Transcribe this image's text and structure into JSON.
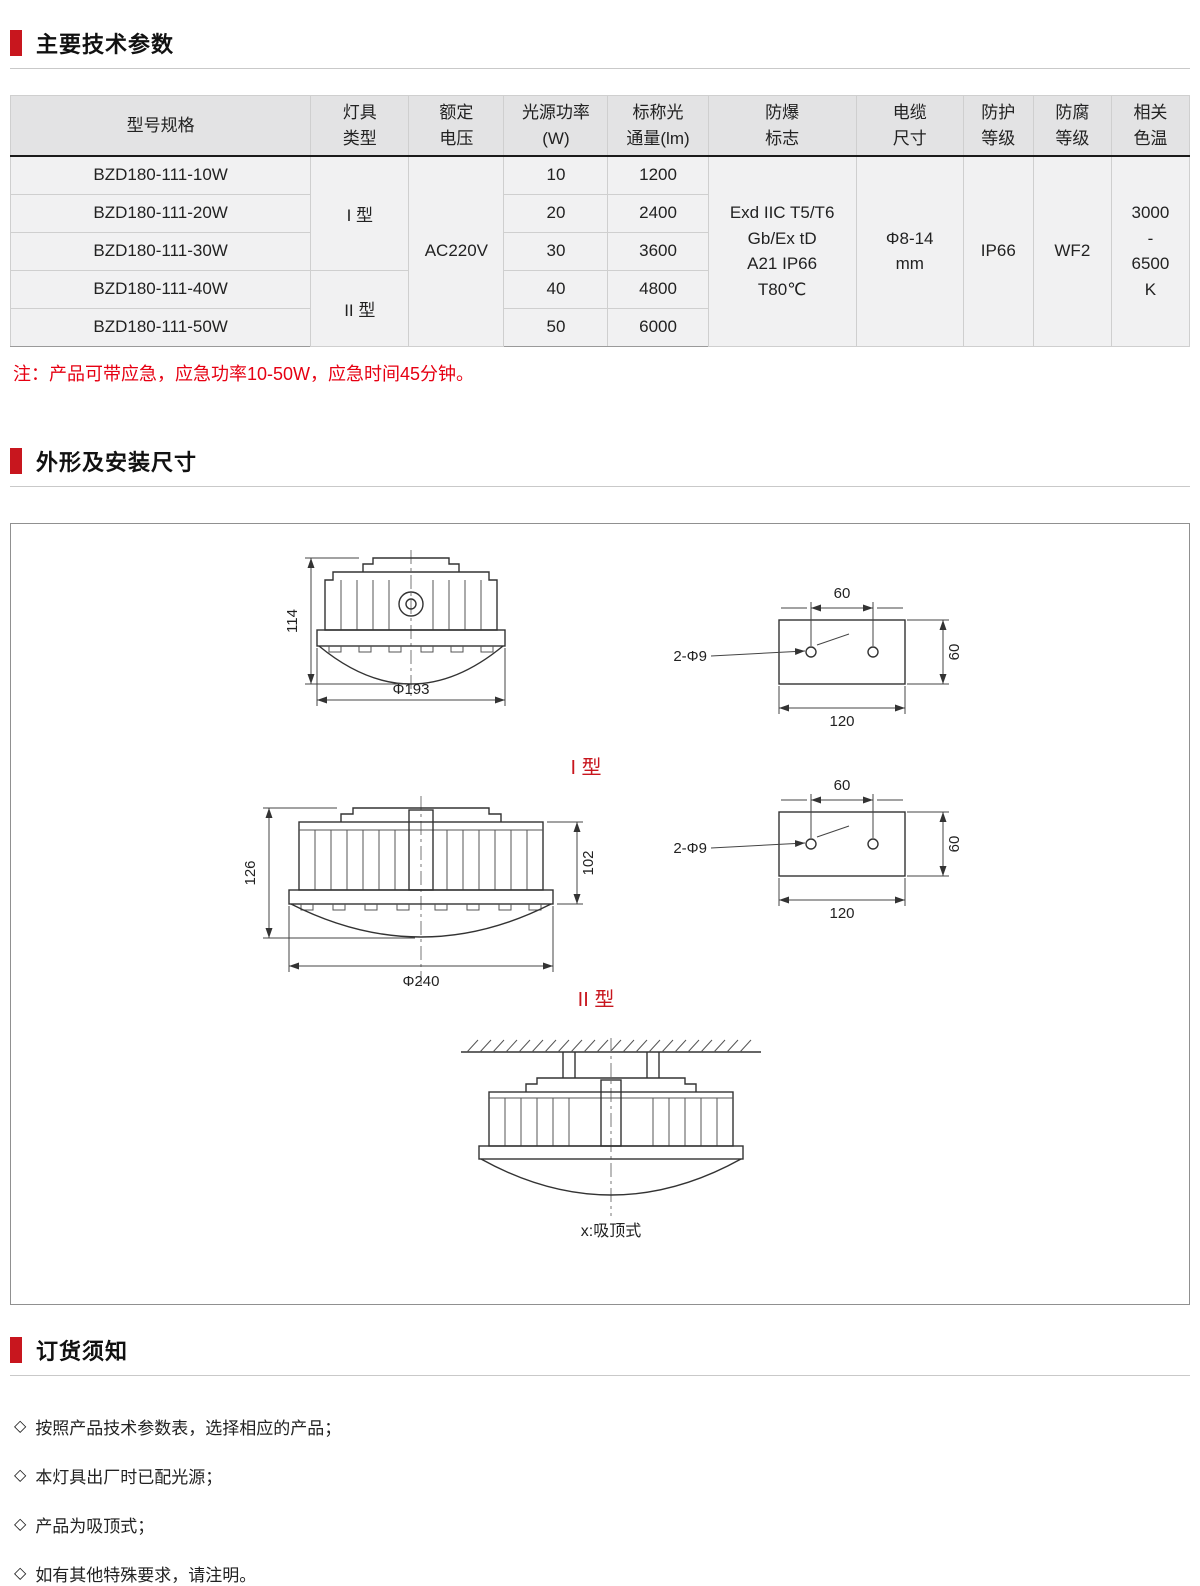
{
  "colors": {
    "accent_red": "#C8161E",
    "note_red": "#E60012",
    "table_header_bg": "#E3E3E4",
    "table_row_bg": "#F1F1F2"
  },
  "sections": {
    "params_title": "主要技术参数",
    "dimensions_title": "外形及安装尺寸",
    "ordering_title": "订货须知"
  },
  "table": {
    "headers": [
      "型号规格",
      "灯具\n类型",
      "额定\n电压",
      "光源功率\n(W)",
      "标称光\n通量(lm)",
      "防爆\n标志",
      "电缆\n尺寸",
      "防护\n等级",
      "防腐\n等级",
      "相关\n色温"
    ],
    "rows": [
      {
        "model": "BZD180-111-10W",
        "power": "10",
        "flux": "1200"
      },
      {
        "model": "BZD180-111-20W",
        "power": "20",
        "flux": "2400"
      },
      {
        "model": "BZD180-111-30W",
        "power": "30",
        "flux": "3600"
      },
      {
        "model": "BZD180-111-40W",
        "power": "40",
        "flux": "4800"
      },
      {
        "model": "BZD180-111-50W",
        "power": "50",
        "flux": "6000"
      }
    ],
    "type1": "I 型",
    "type2": "II 型",
    "voltage": "AC220V",
    "ex_mark": "Exd IIC T5/T6\nGb/Ex tD\nA21 IP66\nT80℃",
    "cable": "Φ8-14\nmm",
    "ip_rating": "IP66",
    "anti_corrosion": "WF2",
    "cct": "3000\n-\n6500\nK"
  },
  "note": "注：产品可带应急，应急功率10-50W，应急时间45分钟。",
  "drawings": {
    "type1_label": "I 型",
    "type2_label": "II 型",
    "lamp1": {
      "height": "114",
      "diameter": "Φ193"
    },
    "lamp2": {
      "height_total": "126",
      "height_body": "102",
      "diameter": "Φ240"
    },
    "plate": {
      "hole_spacing": "60",
      "plate_height": "60",
      "plate_width": "120",
      "holes": "2-Φ9"
    },
    "ceiling_label": "x:吸顶式"
  },
  "ordering": {
    "bullet": "◇",
    "items": [
      "按照产品技术参数表，选择相应的产品；",
      "本灯具出厂时已配光源；",
      "产品为吸顶式；",
      "如有其他特殊要求，请注明。"
    ]
  }
}
